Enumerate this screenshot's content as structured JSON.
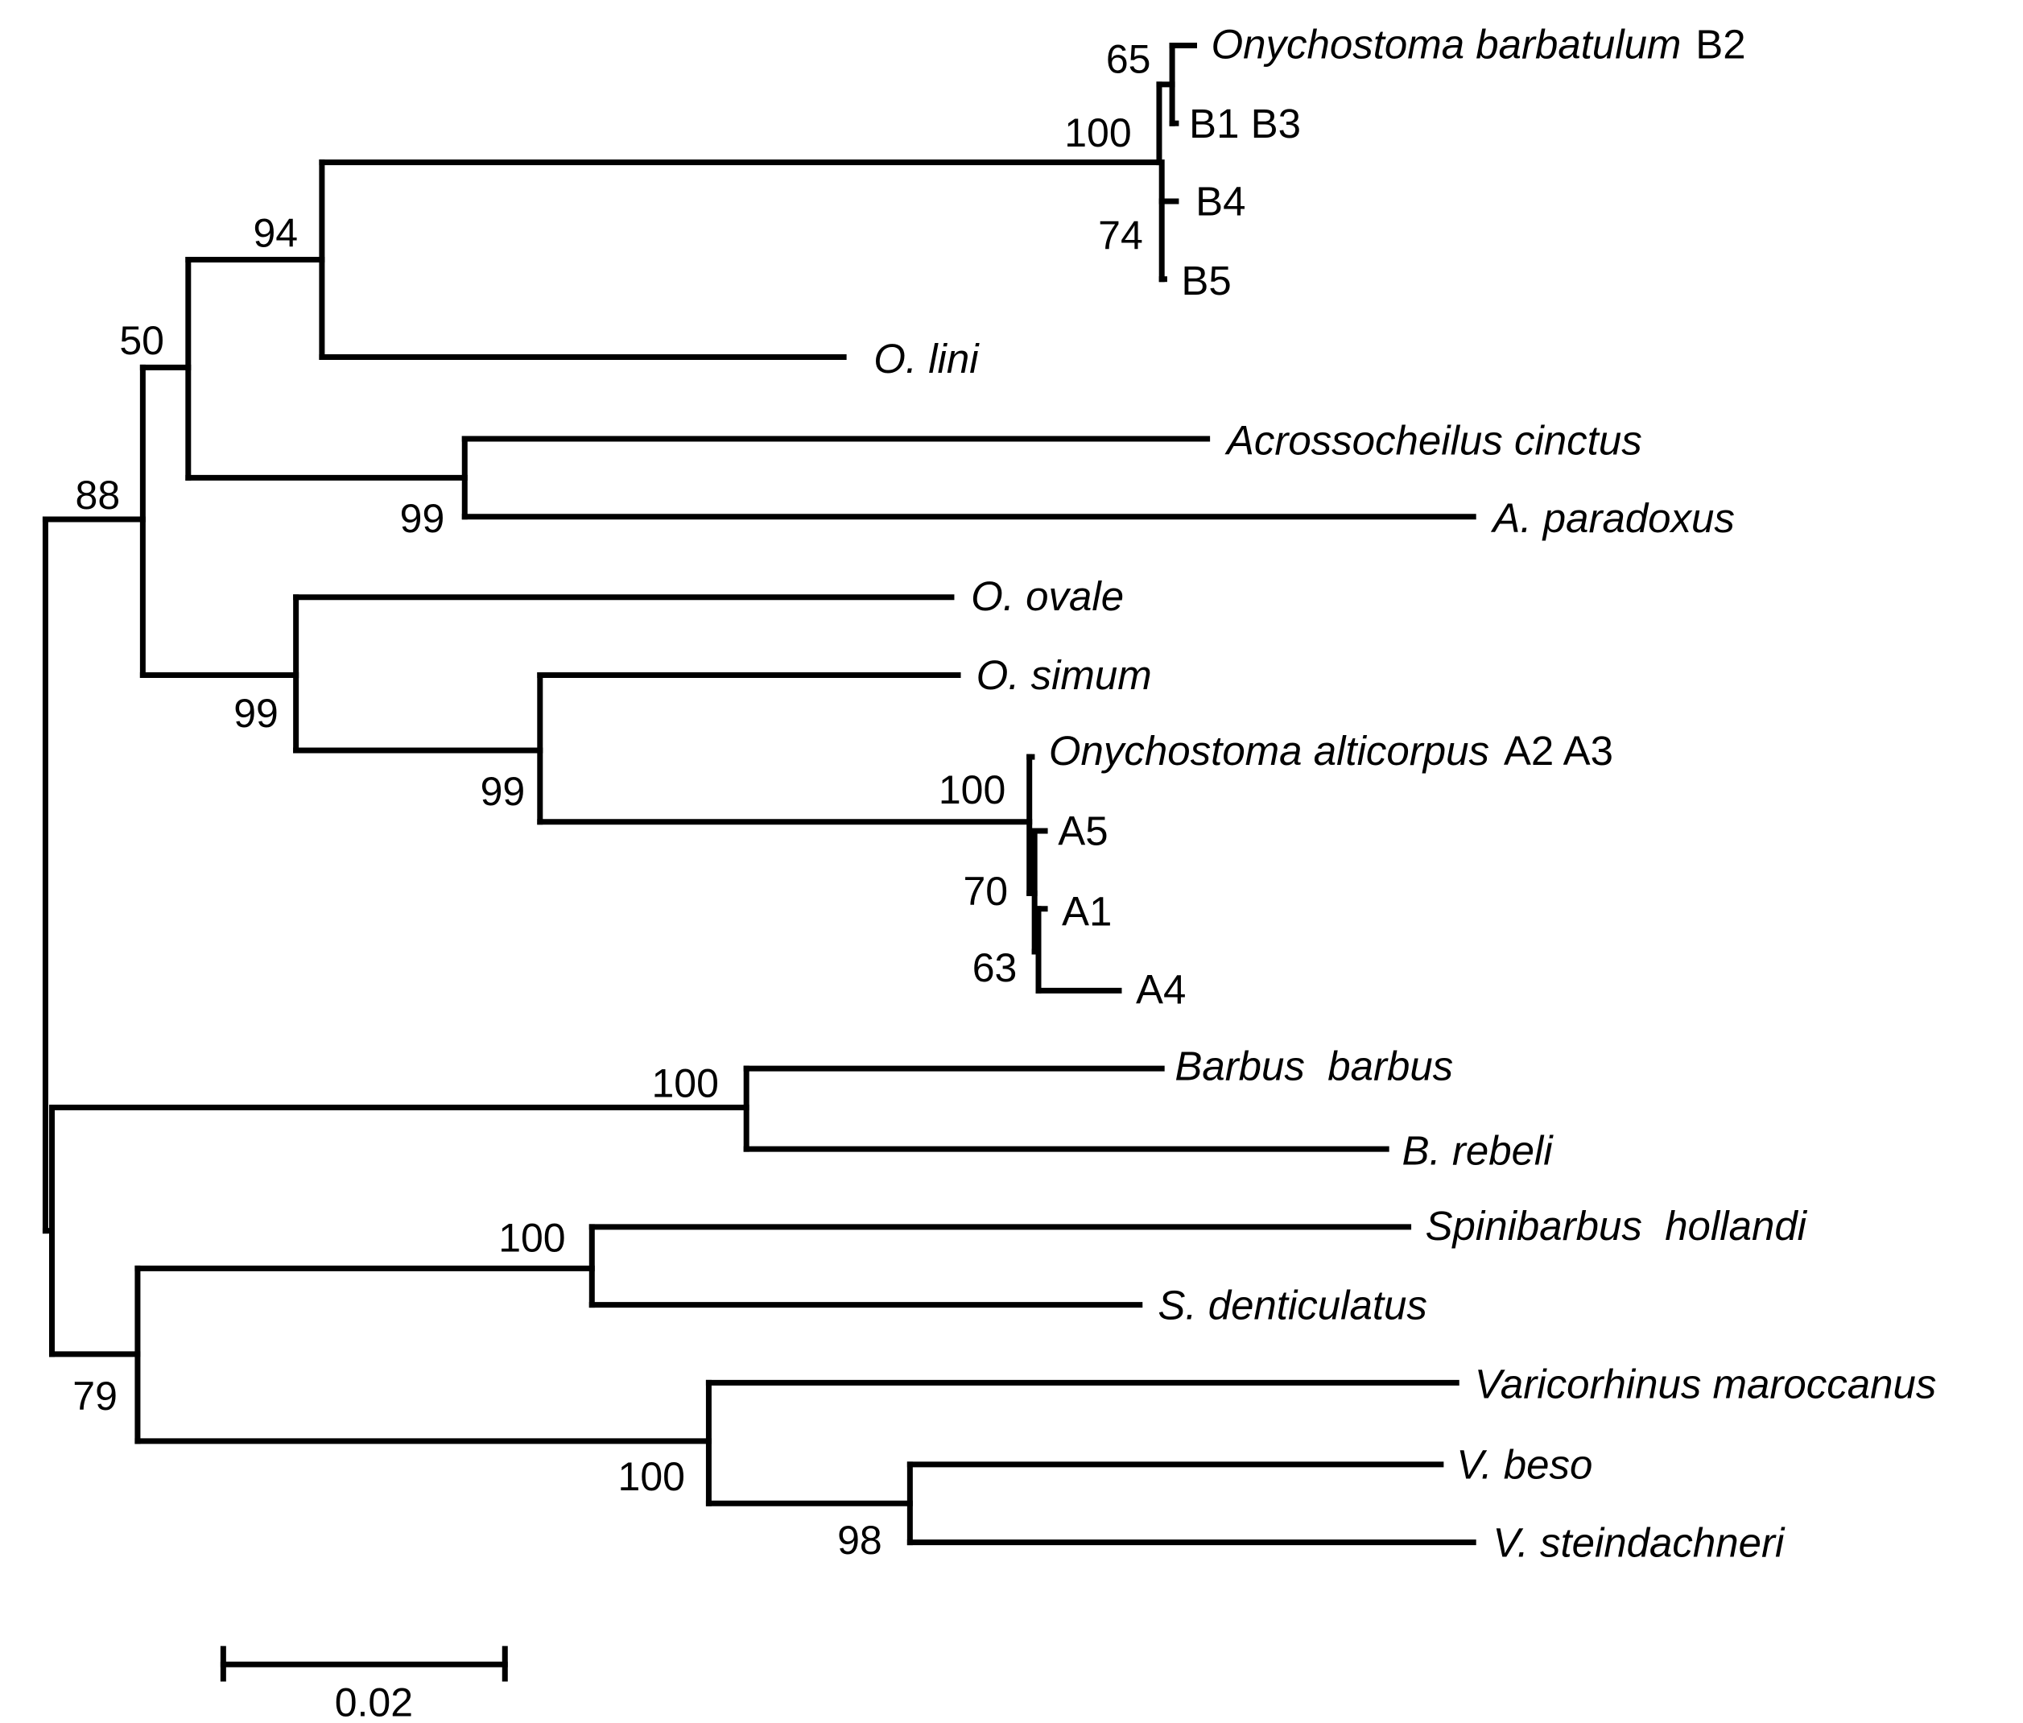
{
  "tree": {
    "taxa": [
      {
        "id": "barbatulum_b2",
        "genus_part": "Onychostoma barbatulum",
        "plain_part": "B2"
      },
      {
        "id": "b1_b3",
        "genus_part": "",
        "plain_part": "B1 B3"
      },
      {
        "id": "b4",
        "genus_part": "",
        "plain_part": "B4"
      },
      {
        "id": "b5",
        "genus_part": "",
        "plain_part": "B5"
      },
      {
        "id": "lini",
        "genus_part": "O. lini",
        "plain_part": ""
      },
      {
        "id": "a_cinctus",
        "genus_part": "Acrossocheilus cinctus",
        "plain_part": ""
      },
      {
        "id": "a_paradoxus",
        "genus_part": "A. paradoxus",
        "plain_part": ""
      },
      {
        "id": "ovale",
        "genus_part": "O. ovale",
        "plain_part": ""
      },
      {
        "id": "simum",
        "genus_part": "O. simum",
        "plain_part": ""
      },
      {
        "id": "alticorpus_a2a3",
        "genus_part": "Onychostoma alticorpus",
        "plain_part": "A2 A3"
      },
      {
        "id": "a5",
        "genus_part": "",
        "plain_part": "A5"
      },
      {
        "id": "a1",
        "genus_part": "",
        "plain_part": "A1"
      },
      {
        "id": "a4",
        "genus_part": "",
        "plain_part": "A4"
      },
      {
        "id": "barbus",
        "genus_part": "Barbus  barbus",
        "plain_part": ""
      },
      {
        "id": "rebeli",
        "genus_part": "B. rebeli",
        "plain_part": ""
      },
      {
        "id": "hollandi",
        "genus_part": "Spinibarbus  hollandi",
        "plain_part": ""
      },
      {
        "id": "denticulatus",
        "genus_part": "S. denticulatus",
        "plain_part": ""
      },
      {
        "id": "maroccanus",
        "genus_part": "Varicorhinus maroccanus",
        "plain_part": ""
      },
      {
        "id": "beso",
        "genus_part": "V. beso",
        "plain_part": ""
      },
      {
        "id": "steindachneri",
        "genus_part": "V. steindachneri",
        "plain_part": ""
      }
    ],
    "bootstrap": [
      {
        "id": "n65",
        "value": "65"
      },
      {
        "id": "n100b",
        "value": "100"
      },
      {
        "id": "n74",
        "value": "74"
      },
      {
        "id": "n94",
        "value": "94"
      },
      {
        "id": "n50",
        "value": "50"
      },
      {
        "id": "n99acro",
        "value": "99"
      },
      {
        "id": "n88",
        "value": "88"
      },
      {
        "id": "n99ovale",
        "value": "99"
      },
      {
        "id": "n99simum",
        "value": "99"
      },
      {
        "id": "n100a",
        "value": "100"
      },
      {
        "id": "n70",
        "value": "70"
      },
      {
        "id": "n63",
        "value": "63"
      },
      {
        "id": "n100barbus",
        "value": "100"
      },
      {
        "id": "n100spini",
        "value": "100"
      },
      {
        "id": "n79",
        "value": "79"
      },
      {
        "id": "n100vari",
        "value": "100"
      },
      {
        "id": "n98",
        "value": "98"
      }
    ],
    "scale_bar": {
      "label": "0.02"
    }
  }
}
